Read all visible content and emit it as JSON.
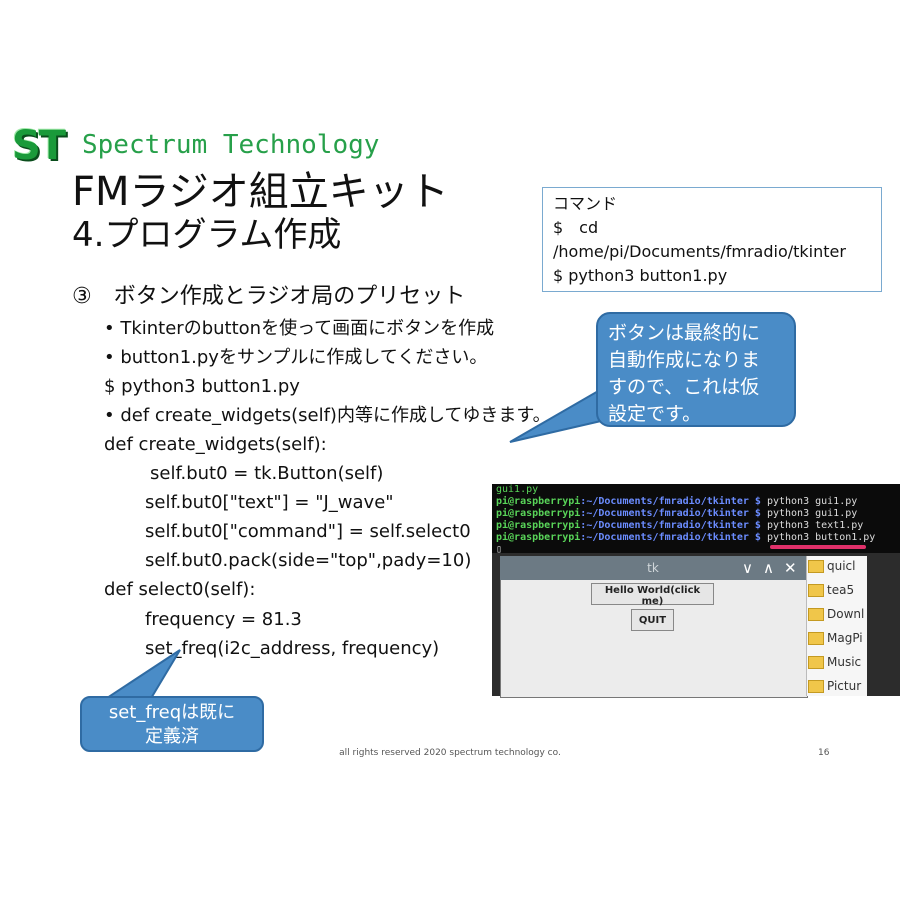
{
  "logo": {
    "mark": "ST",
    "text": "Spectrum Technology"
  },
  "title": {
    "line1": "FMラジオ組立キット",
    "line2": "4.プログラム作成"
  },
  "command_box": {
    "lines": [
      "コマンド",
      "$　cd",
      "/home/pi/Documents/fmradio/tkinter",
      "$ python3 button1.py"
    ]
  },
  "section": {
    "heading": "③　ボタン作成とラジオ局のプリセット",
    "bullet1": "• Tkinterのbuttonを使って画面にボタンを作成",
    "bullet2": "• button1.pyをサンプルに作成してください。",
    "cmd": "$ python3 button1.py",
    "bullet3": "• def create_widgets(self)内等に作成してゆきます。",
    "code": [
      "def create_widgets(self):",
      "self.but0 = tk.Button(self)",
      "self.but0[\"text\"] = \"J_wave\"",
      "self.but0[\"command\"] = self.select0",
      "self.but0.pack(side=\"top\",pady=10)",
      "def select0(self):",
      "frequency = 81.3",
      "set_freq(i2c_address, frequency)"
    ]
  },
  "callouts": {
    "top": [
      "ボタンは最終的に",
      "自動作成になりま",
      "すので、これは仮",
      "設定です。"
    ],
    "bottom": [
      "set_freqは既に",
      "定義済"
    ]
  },
  "terminal": {
    "first": "gui1.py",
    "user": "pi@raspberrypi",
    "path": ":~/Documents/fmradio/tkinter $",
    "commands": [
      "python3 gui1.py",
      "python3 gui1.py",
      "python3 text1.py",
      "python3 button1.py"
    ]
  },
  "tk_window": {
    "title": "tk",
    "controls": [
      "∨",
      "∧",
      "✕"
    ],
    "hello_button": "Hello World(click me)",
    "quit_button": "QUIT"
  },
  "file_manager": {
    "items": [
      "quicl",
      "tea5",
      "Downl",
      "MagPi",
      "Music",
      "Pictur"
    ]
  },
  "footer": {
    "copyright": "all rights reserved 2020 spectrum technology co.",
    "page": "16"
  },
  "colors": {
    "callout": "#4a8cc7",
    "logo_green": "#1a9a3a",
    "box_border": "#7aaad0",
    "underline": "#e0306a"
  }
}
